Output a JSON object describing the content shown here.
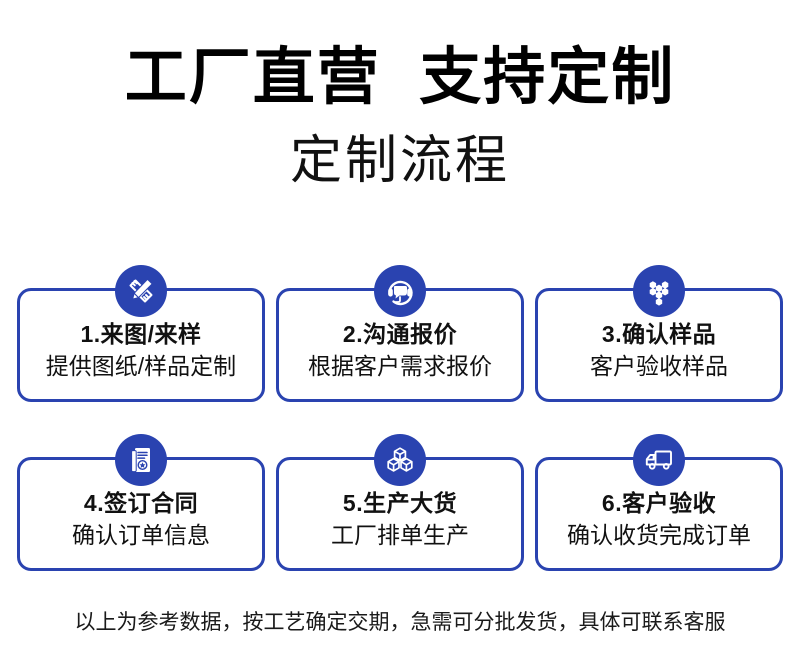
{
  "header": {
    "title": "工厂直营  支持定制",
    "subtitle": "定制流程"
  },
  "theme": {
    "accent": "#2A43B0",
    "text": "#111111",
    "background": "#FFFFFF"
  },
  "process": {
    "steps": [
      {
        "icon": "pencil-drawing-icon",
        "title": "1.来图/来样",
        "desc": "提供图纸/样品定制"
      },
      {
        "icon": "headset-icon",
        "title": "2.沟通报价",
        "desc": "根据客户需求报价"
      },
      {
        "icon": "honeycomb-icon",
        "title": "3.确认样品",
        "desc": "客户验收样品"
      },
      {
        "icon": "contract-document-icon",
        "title": "4.签订合同",
        "desc": "确认订单信息"
      },
      {
        "icon": "stacked-boxes-icon",
        "title": "5.生产大货",
        "desc": "工厂排单生产"
      },
      {
        "icon": "delivery-truck-icon",
        "title": "6.客户验收",
        "desc": "确认收货完成订单"
      }
    ]
  },
  "footer": {
    "note": "以上为参考数据，按工艺确定交期，急需可分批发货，具体可联系客服"
  }
}
